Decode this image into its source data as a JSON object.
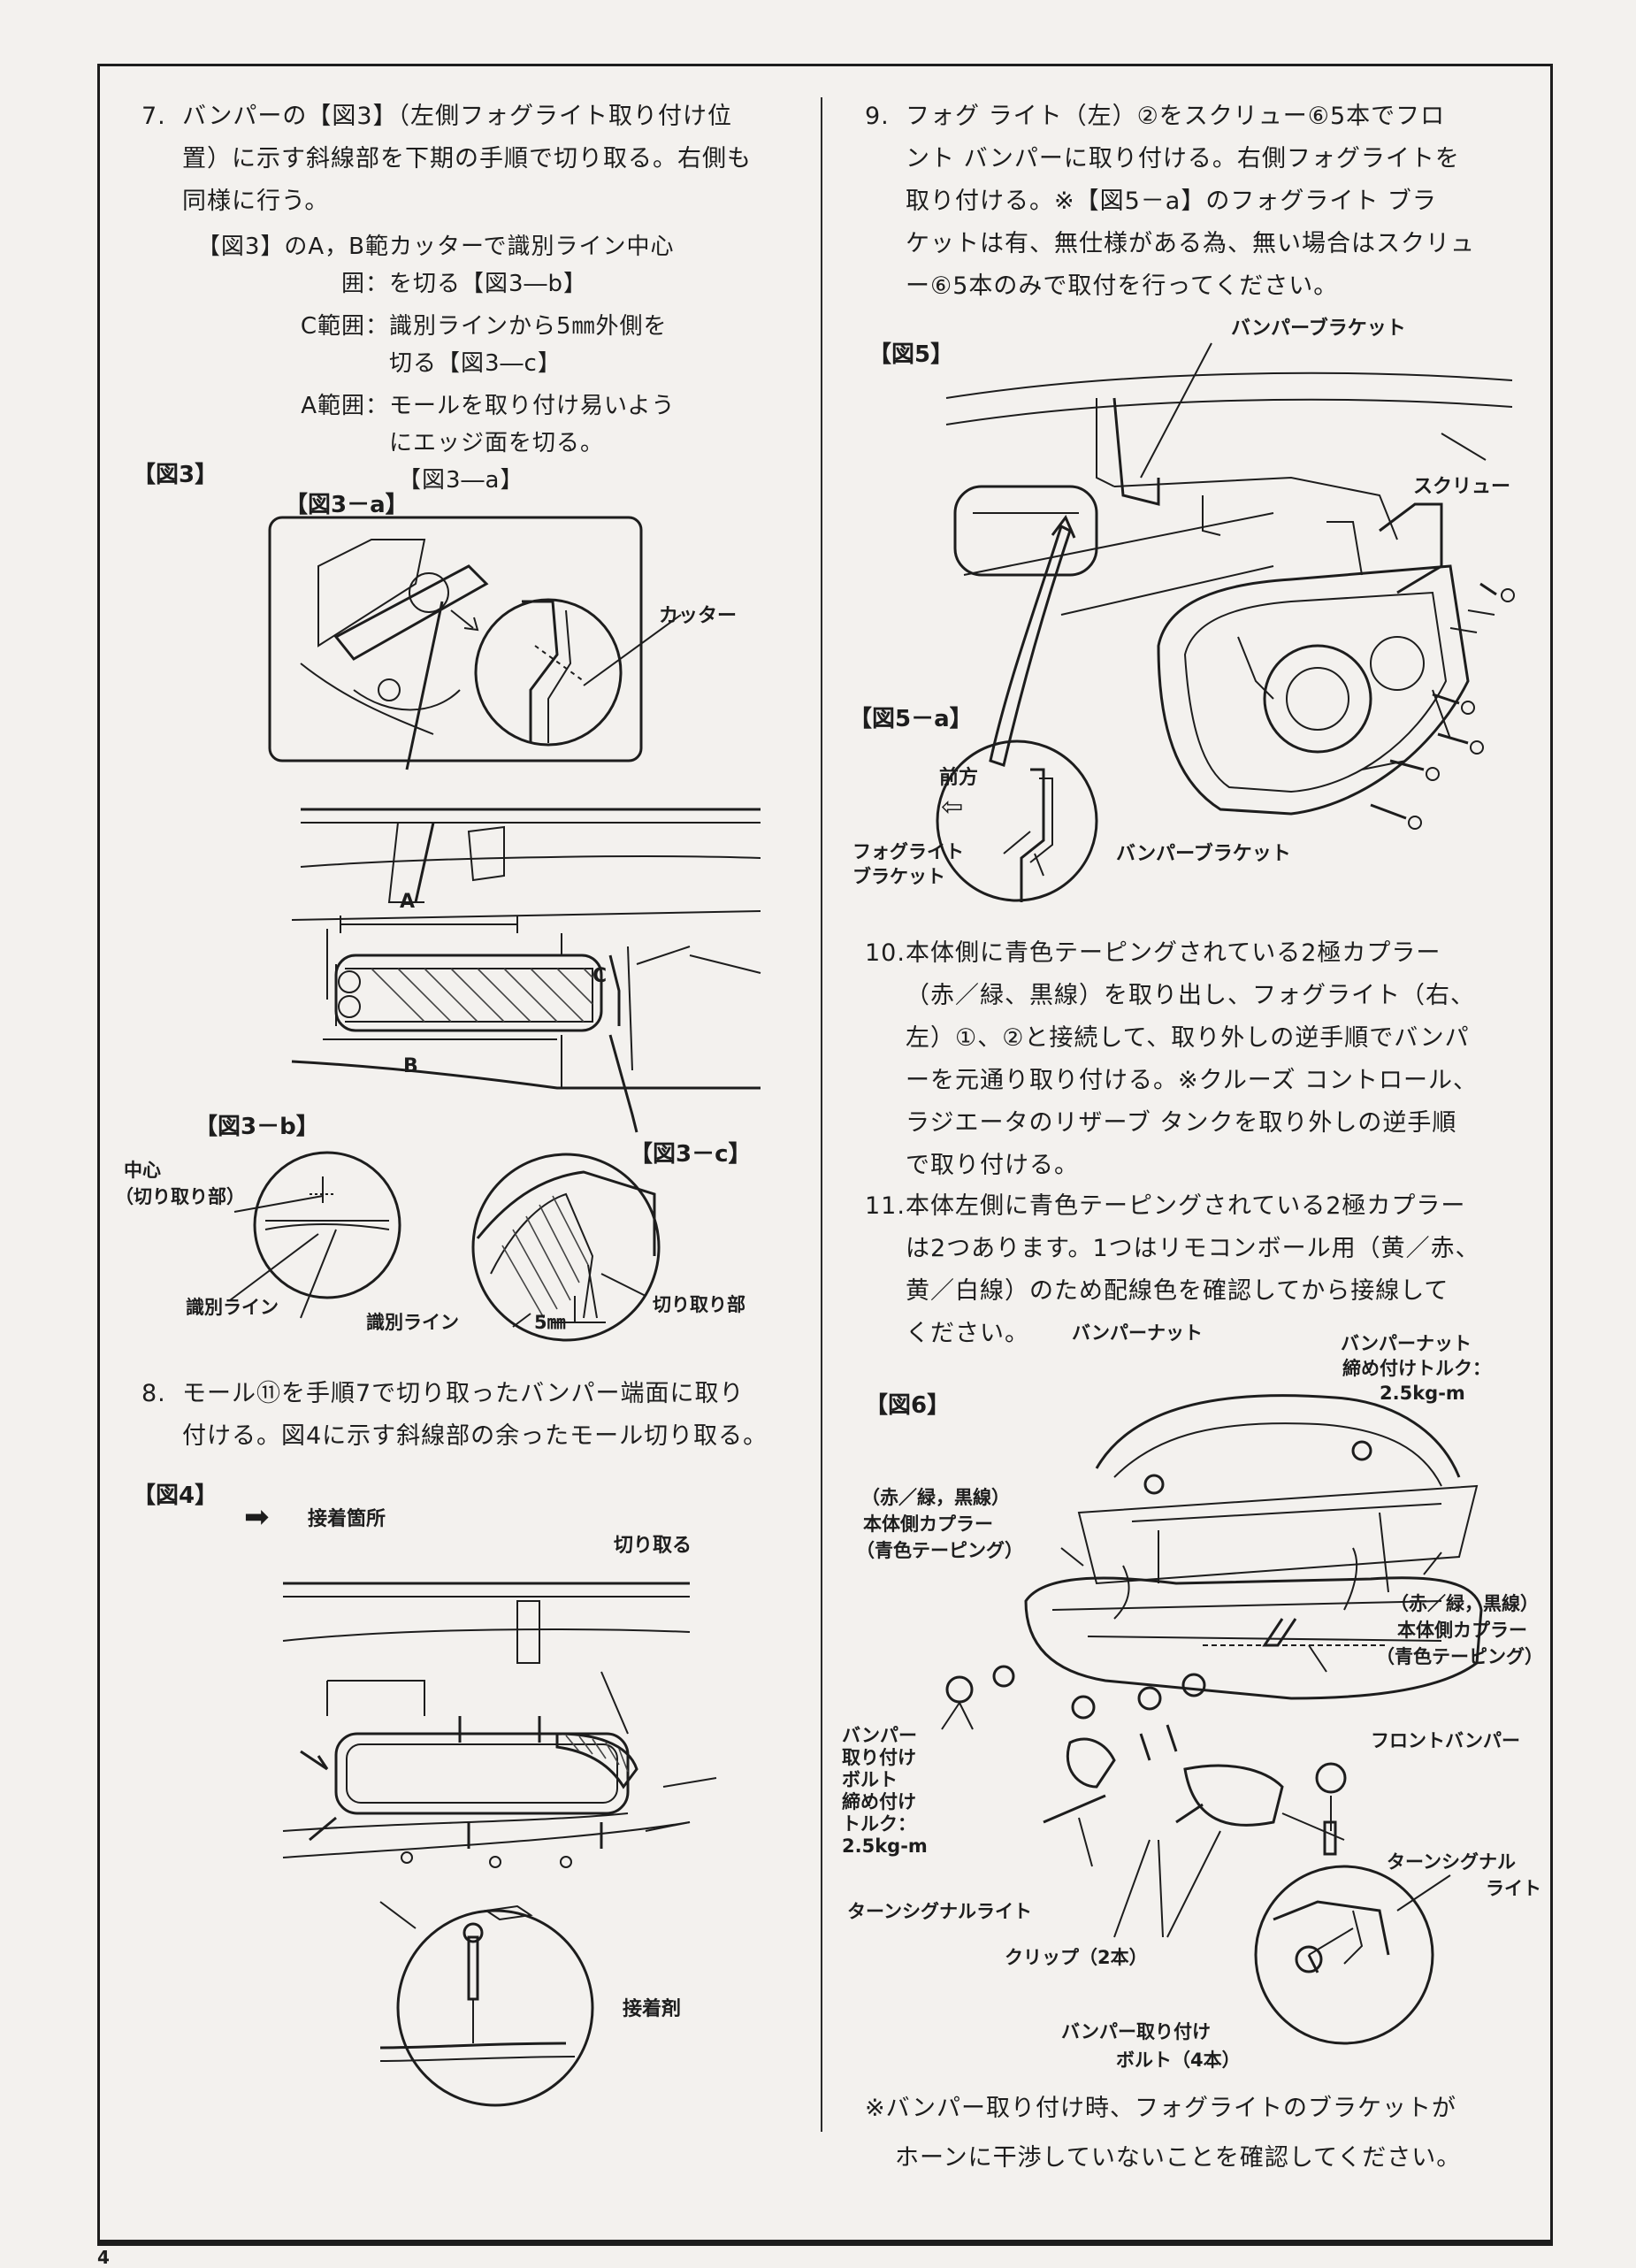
{
  "page_number": "4",
  "left_column": {
    "step7": {
      "number": "7.",
      "lines": [
        "バンパーの【図3】（左側フォグライト取り付け位",
        "置）に示す斜線部を下期の手順で切り取る。右側も",
        "同様に行う。"
      ],
      "ranges": [
        {
          "key": "【図3】のA，B範囲：",
          "lines": [
            "カッターで識別ライン中心",
            "を切る【図3―b】"
          ]
        },
        {
          "key": "C範囲：",
          "lines": [
            "識別ラインから5㎜外側を",
            "切る【図3―c】"
          ]
        },
        {
          "key": "A範囲：",
          "lines": [
            "モールを取り付け易いよう",
            "にエッジ面を切る。",
            "【図3―a】"
          ]
        }
      ]
    },
    "fig3": {
      "title": "【図3】",
      "sub_a": "【図3－a】",
      "cutter_label": "カッター",
      "range_a": "A",
      "range_b": "B",
      "range_c": "C",
      "sub_b": "【図3－b】",
      "center_label_1": "中心",
      "center_label_2": "（切り取り部）",
      "id_line_b": "識別ライン",
      "sub_c": "【図3－c】",
      "id_line_c": "識別ライン",
      "five_mm": "5㎜",
      "cut_part": "切り取り部"
    },
    "step8": {
      "number": "8.",
      "lines": [
        "モール⑪を手順7で切り取ったバンパー端面に取り",
        "付ける。図4に示す斜線部の余ったモール切り取る。"
      ]
    },
    "fig4": {
      "title": "【図4】",
      "legend_arrow": "➡",
      "legend_text": "接着箇所",
      "cut_label": "切り取る",
      "adhesive_label": "接着剤"
    }
  },
  "right_column": {
    "step9": {
      "number": "9.",
      "lines": [
        "フォグ ライト（左）②をスクリュー⑥5本でフロ",
        "ント バンパーに取り付ける。右側フォグライトを",
        "取り付ける。※【図5－a】のフォグライト ブラ",
        "ケットは有、無仕様がある為、無い場合はスクリュ",
        "ー⑥5本のみで取付を行ってください。"
      ]
    },
    "fig5": {
      "title": "【図5】",
      "bumper_bracket": "バンパーブラケット",
      "screw": "スクリュー",
      "sub_a": "【図5－a】",
      "front_dir": "前方",
      "fog_bracket_1": "フォグライト",
      "fog_bracket_2": "ブラケット",
      "bumper_bracket_a": "バンパーブラケット"
    },
    "step10": {
      "number": "10.",
      "lines": [
        "本体側に青色テーピングされている2極カプラー",
        "（赤／緑、黒線）を取り出し、フォグライト（右、",
        "左）①、②と接続して、取り外しの逆手順でバンパ",
        "ーを元通り取り付ける。※クルーズ コントロール、",
        "ラジエータのリザーブ タンクを取り外しの逆手順",
        "で取り付ける。"
      ]
    },
    "step11": {
      "number": "11.",
      "lines": [
        "本体左側に青色テーピングされている2極カプラー",
        "は2つあります。1つはリモコンボール用（黄／赤、",
        "黄／白線）のため配線色を確認してから接線して",
        "ください。"
      ]
    },
    "fig6": {
      "title": "【図6】",
      "bumper_nut": "バンパーナット",
      "bumper_nut_torque_1": "バンパーナット",
      "bumper_nut_torque_2": "締め付けトルク：",
      "bumper_nut_torque_3": "2.5kg-m",
      "coupler_left_1": "（赤／緑，黒線）",
      "coupler_left_2": "本体側カプラー",
      "coupler_left_3": "（青色テーピング）",
      "coupler_right_1": "（赤／緑，黒線）",
      "coupler_right_2": "本体側カプラー",
      "coupler_right_3": "（青色テーピング）",
      "bolt_label": [
        "バンパー",
        "取り付け",
        "ボルト",
        "締め付け",
        "トルク：",
        "2.5kg-m"
      ],
      "front_bumper": "フロントバンパー",
      "turn_signal_right_1": "ターンシグナル",
      "turn_signal_right_2": "ライト",
      "turn_signal_left": "ターンシグナルライト",
      "clip": "クリップ（2本）",
      "bolt_4_1": "バンパー取り付け",
      "bolt_4_2": "ボルト（4本）"
    },
    "note": [
      "※バンパー取り付け時、フォグライトのブラケットが",
      "ホーンに干渉していないことを確認してください。"
    ]
  }
}
